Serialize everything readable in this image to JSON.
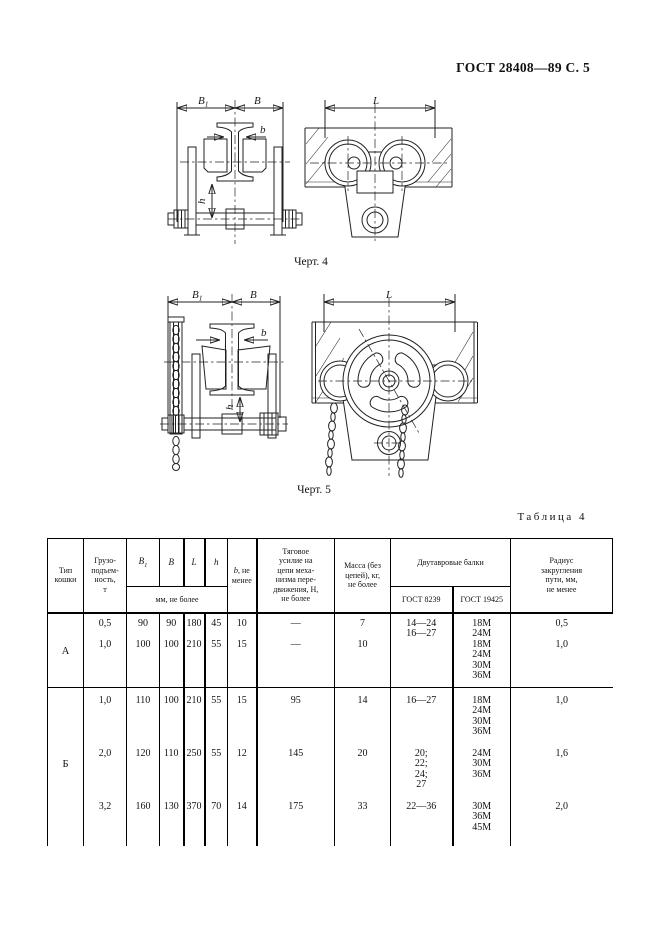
{
  "page": {
    "header": "ГОСТ 28408—89 С. 5"
  },
  "figures": [
    {
      "caption": "Черт. 4",
      "labels": {
        "b1_main": "B",
        "b1_sub": "1",
        "width": "B",
        "flange": "b",
        "height": "h",
        "length": "L"
      }
    },
    {
      "caption": "Черт. 5",
      "labels": {
        "b1_main": "B",
        "b1_sub": "1",
        "width": "B",
        "flange": "b",
        "height": "h",
        "length": "L"
      }
    }
  ],
  "table": {
    "title": "Таблица 4",
    "header": {
      "type": [
        "Тип",
        "кошки"
      ],
      "load": [
        "Грузо-",
        "подъем-",
        "ность,",
        "т"
      ],
      "b1_main": "B",
      "b1_sub": "1",
      "width": "B",
      "length": "L",
      "height": "h",
      "mm_note": "мм, не более",
      "b_sym": "b",
      "b_note1": ", не",
      "b_note2": "менее",
      "traction": [
        "Тяговое",
        "усилие на",
        "цепи меха-",
        "низма пере-",
        "движения, Н,",
        "не более"
      ],
      "mass": [
        "Масса (без",
        "цепей), кг,",
        "не более"
      ],
      "beams": "Двутавровые балки",
      "gost8239": "ГОСТ 8239",
      "gost19425": "ГОСТ 19425",
      "radius": [
        "Радиус",
        "закругления",
        "пути, мм,",
        "не менее"
      ]
    },
    "sections": [
      {
        "type": "А",
        "rows": [
          {
            "load": "0,5",
            "b1": "90",
            "b": "90",
            "l": "180",
            "h": "45",
            "b_min": "10",
            "traction": "—",
            "mass": "7",
            "gost8239": [
              "14—24",
              "16—27"
            ],
            "gost19425": [
              "18М",
              "24М"
            ],
            "radius": "0,5"
          },
          {
            "load": "1,0",
            "b1": "100",
            "b": "100",
            "l": "210",
            "h": "55",
            "b_min": "15",
            "traction": "—",
            "mass": "10",
            "gost8239": [],
            "gost19425": [
              "18М",
              "24М",
              "30М",
              "36М"
            ],
            "radius": "1,0"
          }
        ]
      },
      {
        "type": "Б",
        "rows": [
          {
            "load": "1,0",
            "b1": "110",
            "b": "100",
            "l": "210",
            "h": "55",
            "b_min": "15",
            "traction": "95",
            "mass": "14",
            "gost8239": [
              "16—27"
            ],
            "gost19425": [
              "18М",
              "24М",
              "30М",
              "36М"
            ],
            "radius": "1,0"
          },
          {
            "load": "2,0",
            "b1": "120",
            "b": "110",
            "l": "250",
            "h": "55",
            "b_min": "12",
            "traction": "145",
            "mass": "20",
            "gost8239": [
              "20;",
              "22;",
              "24;",
              "27"
            ],
            "gost19425": [
              "24М",
              "30М",
              "36М"
            ],
            "radius": "1,6"
          },
          {
            "load": "3,2",
            "b1": "160",
            "b": "130",
            "l": "370",
            "h": "70",
            "b_min": "14",
            "traction": "175",
            "mass": "33",
            "gost8239": [
              "22—36"
            ],
            "gost19425": [
              "30М",
              "36М",
              "45М"
            ],
            "radius": "2,0"
          }
        ]
      }
    ]
  }
}
